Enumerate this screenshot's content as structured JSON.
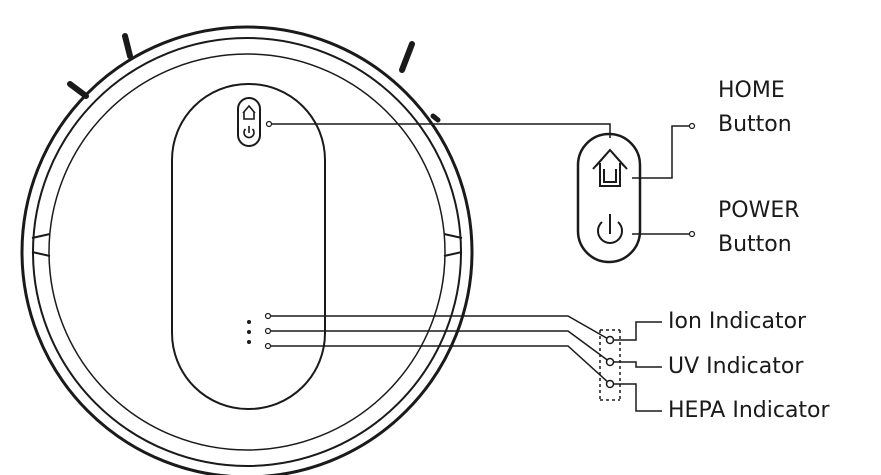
{
  "labels": {
    "home_line1": "HOME",
    "home_line2": "Button",
    "power_line1": "POWER",
    "power_line2": "Button",
    "ion": "Ion Indicator",
    "uv": "UV Indicator",
    "hepa": "HEPA Indicator"
  },
  "icons": {
    "home": "home-icon",
    "power": "power-icon"
  },
  "colors": {
    "line": "#1a1a1a",
    "background": "#ffffff"
  }
}
